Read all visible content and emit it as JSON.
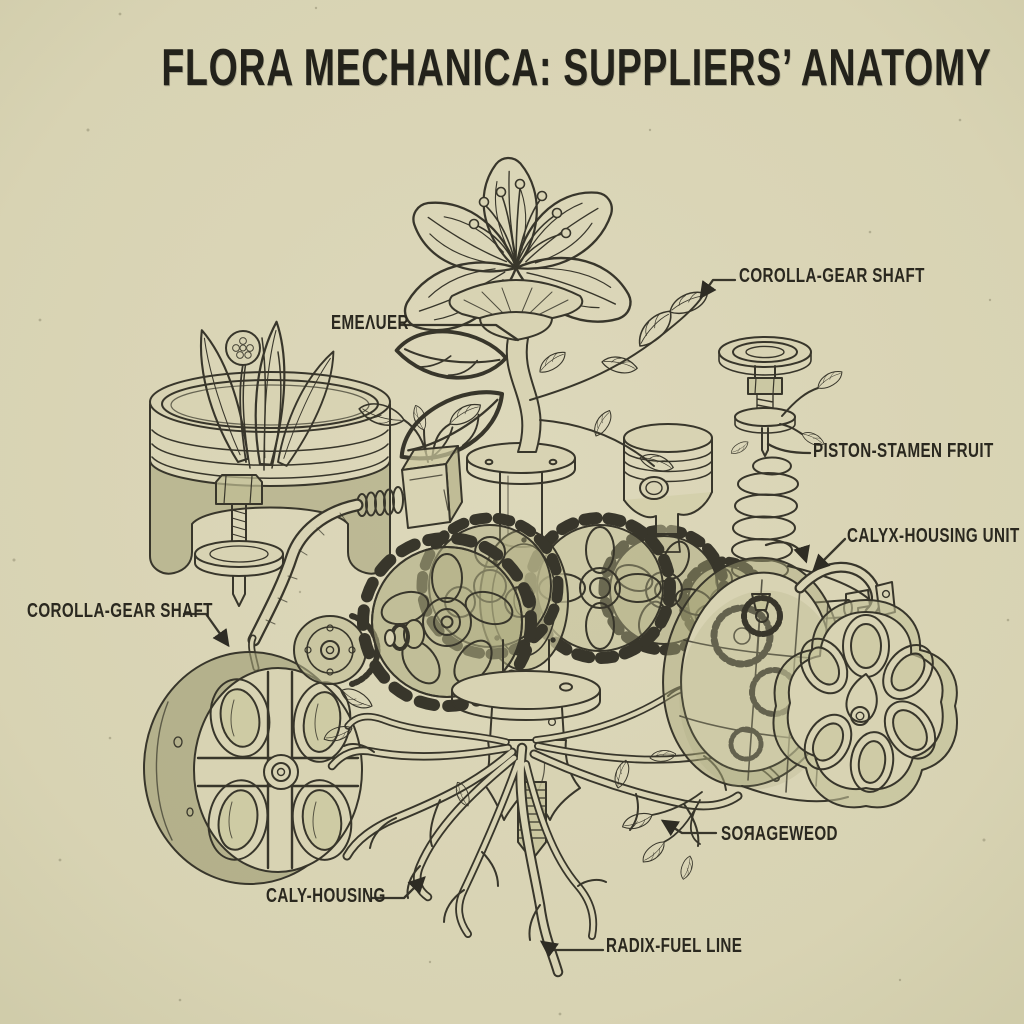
{
  "title": "FLORA MECHANICA: SUPPLIERS’ ANATOMY",
  "labels": {
    "emenuer": "EMEΛUER",
    "corolla_gear_shaft_top": "COROLLA-GEAR SHAFT",
    "piston_stamen_fruit": "PISTON-STAMEN FRUIT",
    "calyx_housing_unit": "CALYX-HOUSING UNIT",
    "corolla_gear_shaft_left": "COROLLA-GEAR SHAFT",
    "caly_housing": "CALY-HOUSING",
    "sorageweod": "SOЯAGEWEOD",
    "radix_fuel_line": "RADIX-FUEL LINE"
  },
  "colors": {
    "paper": "#d8d3b3",
    "ink": "#38362b",
    "olive_fill": "#a3a176",
    "label_ink": "#2a281f"
  }
}
